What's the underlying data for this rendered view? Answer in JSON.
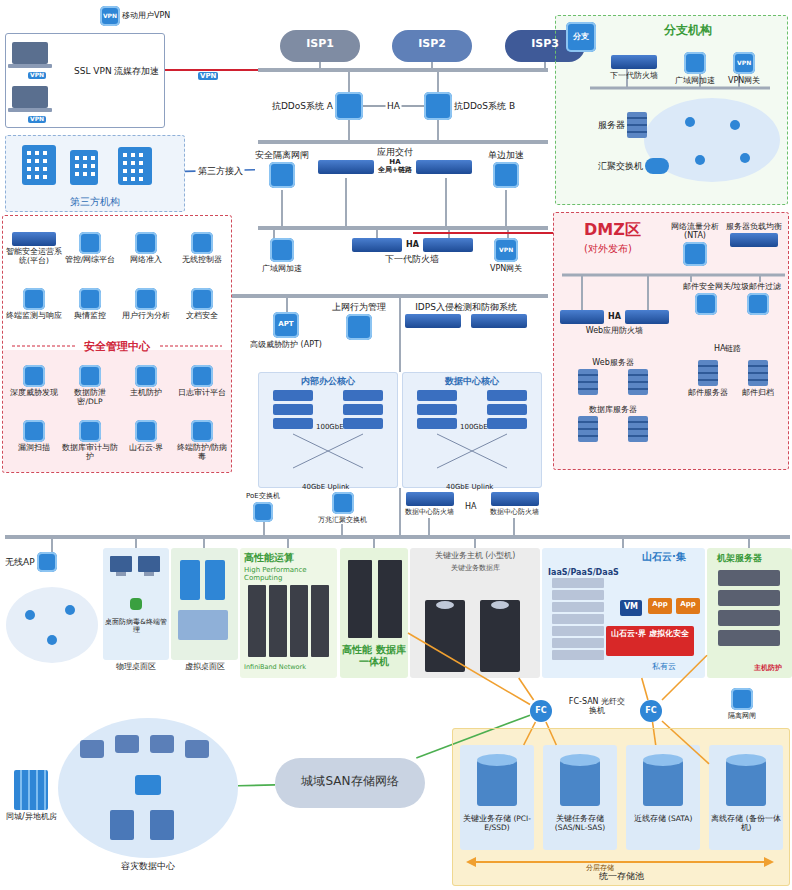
{
  "diagram": {
    "nodes": [
      {
        "text": [
          "VPN",
          "移动用户VPN"
        ]
      },
      {
        "text": [
          "SSL VPN 流媒存加速"
        ]
      },
      {
        "text": [
          "ISP1"
        ]
      },
      {
        "text": [
          "ISP2"
        ]
      },
      {
        "text": [
          "ISP3"
        ]
      },
      {
        "text": [
          "分支机构"
        ]
      },
      {
        "text": [
          "分支"
        ],
        "in": 5
      },
      {
        "text": [
          "下一代防火墙"
        ],
        "in": 5
      },
      {
        "text": [
          "广域网加速"
        ],
        "in": 5
      },
      {
        "text": [
          "VPN",
          "VPN网关"
        ],
        "in": 5
      },
      {
        "text": [
          "服务器"
        ],
        "in": 5
      },
      {
        "text": [
          "汇聚交换机"
        ],
        "in": 5
      },
      {
        "text": [
          "抗DDoS系统 A"
        ]
      },
      {
        "text": [
          "抗DDoS系统 B"
        ]
      },
      {
        "text": [
          "第三方机构"
        ]
      },
      {
        "text": [
          "安全隔离网闸"
        ]
      },
      {
        "text": [
          "应用交付",
          "HA",
          "全局+链路"
        ]
      },
      {
        "text": [
          "单边加速"
        ]
      },
      {
        "text": [
          "安全管理中心"
        ]
      },
      {
        "text": [
          "智能安全运营系统(平台)"
        ],
        "in": 18
      },
      {
        "text": [
          "管控/网综平台"
        ],
        "in": 18
      },
      {
        "text": [
          "网络准入"
        ],
        "in": 18
      },
      {
        "text": [
          "无线控制器"
        ],
        "in": 18
      },
      {
        "text": [
          "终端监测与响应"
        ],
        "in": 18
      },
      {
        "text": [
          "舆情监控"
        ],
        "in": 18
      },
      {
        "text": [
          "用户行为分析"
        ],
        "in": 18
      },
      {
        "text": [
          "文档安全"
        ],
        "in": 18
      },
      {
        "text": [
          "深度威胁发现"
        ],
        "in": 18
      },
      {
        "text": [
          "数据防泄密/DLP"
        ],
        "in": 18
      },
      {
        "text": [
          "主机防护"
        ],
        "in": 18
      },
      {
        "text": [
          "日志审计平台"
        ],
        "in": 18
      },
      {
        "text": [
          "漏洞扫描"
        ],
        "in": 18
      },
      {
        "text": [
          "数据库审计与防护"
        ],
        "in": 18
      },
      {
        "text": [
          "山石云·界"
        ],
        "in": 18
      },
      {
        "text": [
          "终端防护/防病毒"
        ],
        "in": 18
      },
      {
        "text": [
          "广域网加速"
        ]
      },
      {
        "text": [
          "HA",
          "下一代防火墙"
        ]
      },
      {
        "text": [
          "VPN",
          "VPN网关"
        ]
      },
      {
        "text": [
          "DMZ区",
          "(对外发布)"
        ]
      },
      {
        "text": [
          "网络流量分析 (NTA)"
        ],
        "in": 38
      },
      {
        "text": [
          "服务器负载均衡"
        ],
        "in": 38
      },
      {
        "text": [
          "HA",
          "Web应用防火墙"
        ],
        "in": 38
      },
      {
        "text": [
          "邮件安全网关/垃圾邮件过滤"
        ],
        "in": 38
      },
      {
        "text": [
          "Web服务器"
        ],
        "in": 38
      },
      {
        "text": [
          "数据库服务器"
        ],
        "in": 38
      },
      {
        "text": [
          "邮件服务器"
        ],
        "in": 38
      },
      {
        "text": [
          "邮件归档"
        ],
        "in": 38
      },
      {
        "text": [
          "APT",
          "高级威胁防护 (APT)"
        ]
      },
      {
        "text": [
          "上网行为管理"
        ]
      },
      {
        "text": [
          "IDPS入侵检测和防御系统"
        ]
      },
      {
        "text": [
          "内部办公核心"
        ]
      },
      {
        "text": [
          "数据中心核心"
        ]
      },
      {
        "text": [
          "PoE交换机"
        ]
      },
      {
        "text": [
          "万兆汇聚交换机"
        ]
      },
      {
        "text": [
          "数据中心防火墙"
        ]
      },
      {
        "text": [
          "数据中心防火墙"
        ]
      },
      {
        "text": [
          "无线AP"
        ]
      },
      {
        "text": [
          "桌面防病毒&终端管理",
          "物理桌面区"
        ]
      },
      {
        "text": [
          "虚拟桌面区"
        ]
      },
      {
        "text": [
          "高性能运算",
          "High Performance Computing",
          "InfiniBand Network"
        ]
      },
      {
        "text": [
          "高性能 数据库一体机"
        ]
      },
      {
        "text": [
          "关键业务主机 (小型机)",
          "关键业务数据库"
        ]
      },
      {
        "text": [
          "山石云·集",
          "IaaS/PaaS/DaaS",
          "私有云"
        ]
      },
      {
        "text": [
          "VM"
        ],
        "in": 62
      },
      {
        "text": [
          "App"
        ],
        "in": 62
      },
      {
        "text": [
          "App"
        ],
        "in": 62
      },
      {
        "text": [
          "山石云·界 虚拟化安全"
        ],
        "in": 62
      },
      {
        "text": [
          "机架服务器"
        ]
      },
      {
        "text": [
          "隔离网闸"
        ]
      },
      {
        "text": [
          "FC"
        ]
      },
      {
        "text": [
          "FC"
        ]
      },
      {
        "text": [
          "城域SAN存储网络"
        ]
      },
      {
        "text": [
          "同城/异地机房"
        ]
      },
      {
        "text": [
          "容灾数据中心"
        ]
      },
      {
        "text": [
          "统一存储池"
        ]
      },
      {
        "text": [
          "关键业务存储 (PCI-E/SSD)"
        ],
        "in": 74
      },
      {
        "text": [
          "关键任务存储 (SAS/NL-SAS)"
        ],
        "in": 74
      },
      {
        "text": [
          "近线存储 (SATA)"
        ],
        "in": 74
      },
      {
        "text": [
          "离线存储 (备份一体机)"
        ],
        "in": 74
      }
    ],
    "edges": [
      {
        "from": 12,
        "to": 13,
        "arrow": "none",
        "label": "HA"
      },
      {
        "from": 14,
        "to": 15,
        "arrow": "none",
        "label": "第三方接入"
      },
      {
        "from": 69,
        "to": 60,
        "arrow": "none"
      },
      {
        "from": 69,
        "to": 61,
        "arrow": "none"
      },
      {
        "from": 70,
        "to": 62,
        "arrow": "none"
      },
      {
        "from": 70,
        "to": 67,
        "arrow": "none"
      },
      {
        "from": 69,
        "to": 75,
        "arrow": "none"
      },
      {
        "from": 69,
        "to": 76,
        "arrow": "none"
      },
      {
        "from": 70,
        "to": 77,
        "arrow": "none"
      },
      {
        "from": 70,
        "to": 78,
        "arrow": "none"
      },
      {
        "from": 71,
        "to": 69,
        "arrow": "none"
      },
      {
        "from": 73,
        "to": 71,
        "arrow": "none"
      }
    ],
    "labels": [
      "VPN",
      "VPN",
      "VPN",
      "100GbE",
      "100GbE",
      "40GbE Uplink",
      "40GbE Uplink",
      "HA",
      "HA链路",
      "主机防护",
      "FC-SAN 光纤交换机",
      "分层存储"
    ]
  }
}
